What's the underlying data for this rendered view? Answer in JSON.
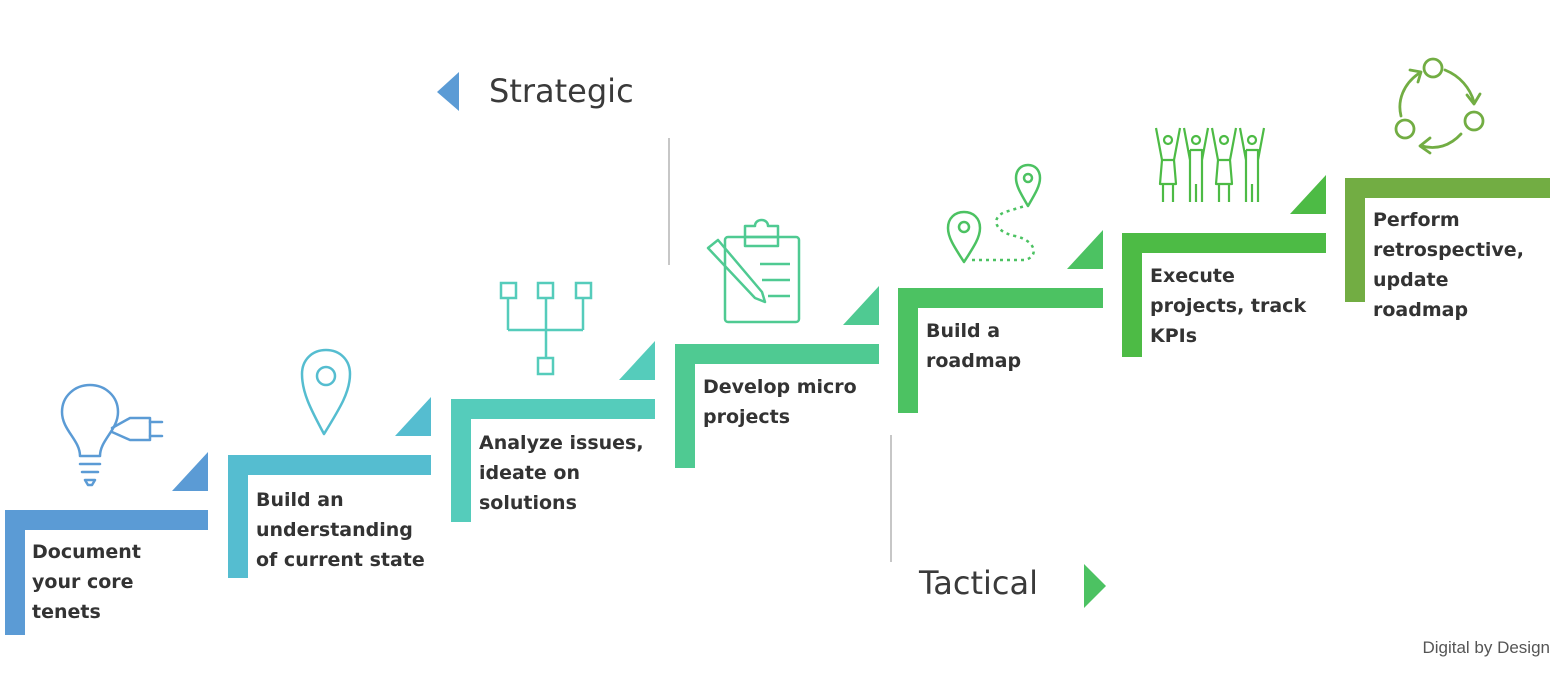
{
  "steps": [
    {
      "label": "Document\nyour core\ntenets",
      "color": "#5b9bd5",
      "icon": "lightbulb-icon"
    },
    {
      "label": "Build an\nunderstanding\nof current state",
      "color": "#55bdd0",
      "icon": "location-pin-icon"
    },
    {
      "label": "Analyze issues,\nideate on\nsolutions",
      "color": "#55ccbb",
      "icon": "hierarchy-icon"
    },
    {
      "label": "Develop micro\nprojects",
      "color": "#4fca92",
      "icon": "clipboard-icon"
    },
    {
      "label": "Build a\nroadmap",
      "color": "#4cc262",
      "icon": "route-map-icon"
    },
    {
      "label": "Execute\nprojects, track\nKPIs",
      "color": "#4dbb45",
      "icon": "people-celebrating-icon"
    },
    {
      "label": "Perform\nretrospective,\nupdate\nroadmap",
      "color": "#72ad43",
      "icon": "cycle-arrows-icon"
    }
  ],
  "directions": {
    "strategic": {
      "label": "Strategic",
      "color": "#5b9bd5"
    },
    "tactical": {
      "label": "Tactical",
      "color": "#4cc262"
    }
  },
  "credit": "Digital by Design"
}
